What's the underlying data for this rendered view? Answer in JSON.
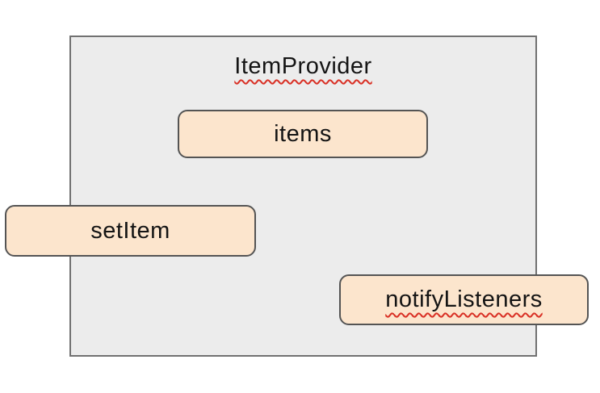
{
  "diagram": {
    "container": {
      "label": "ItemProvider",
      "label_spellcheck_underline": true
    },
    "nodes": [
      {
        "id": "items",
        "label": "items",
        "spellcheck_underline": false
      },
      {
        "id": "setItem",
        "label": "setItem",
        "spellcheck_underline": false
      },
      {
        "id": "notifyListeners",
        "label": "notifyListeners",
        "spellcheck_underline": true
      }
    ],
    "colors": {
      "canvas_background": "#ffffff",
      "container_fill": "#ececec",
      "container_border": "#717171",
      "node_fill": "#fce5cd",
      "node_border": "#545454",
      "text": "#141414",
      "spellcheck_red": "#d93025"
    }
  }
}
